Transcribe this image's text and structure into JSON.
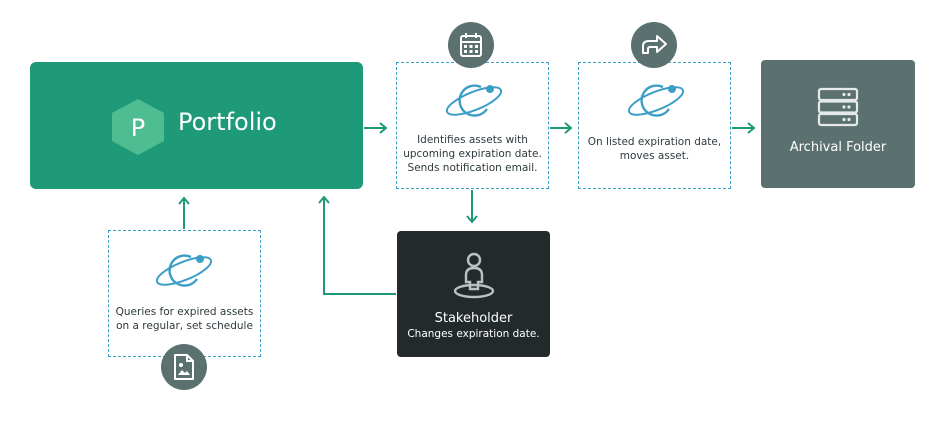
{
  "portfolio": {
    "title": "Portfolio",
    "logo_letter": "P"
  },
  "step_notify": {
    "line1": "Identifies assets with",
    "line2": "upcoming expiration date.",
    "line3": "Sends notification email.",
    "icon": "calendar-icon"
  },
  "step_move": {
    "line1": "On listed expiration date,",
    "line2": "moves asset.",
    "icon": "forward-arrow-icon"
  },
  "step_query": {
    "line1": "Queries for expired assets",
    "line2": "on a regular, set schedule",
    "icon": "image-file-icon"
  },
  "archival": {
    "label": "Archival Folder",
    "icon": "server-icon"
  },
  "stakeholder": {
    "title": "Stakeholder",
    "subtitle": "Changes expiration date.",
    "icon": "person-pin-icon"
  },
  "colors": {
    "primary": "#1e9a78",
    "accent": "#3c9ec7",
    "archival": "#5b7170",
    "stakeholder": "#232a2c"
  }
}
